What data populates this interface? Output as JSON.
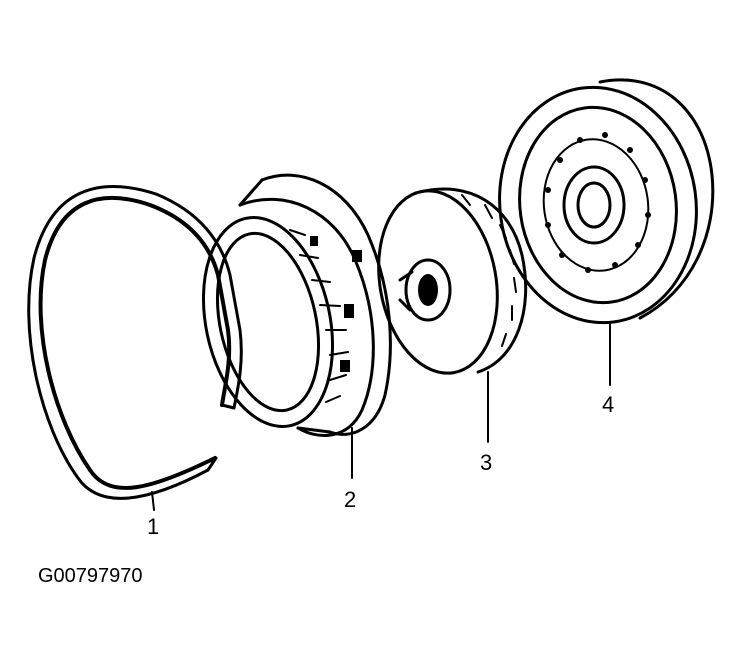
{
  "figure": {
    "figure_id": "G00797970",
    "parts": [
      {
        "number": "1"
      },
      {
        "number": "2"
      },
      {
        "number": "3"
      },
      {
        "number": "4"
      }
    ]
  },
  "colors": {
    "ink": "#000000",
    "paper": "#ffffff"
  }
}
